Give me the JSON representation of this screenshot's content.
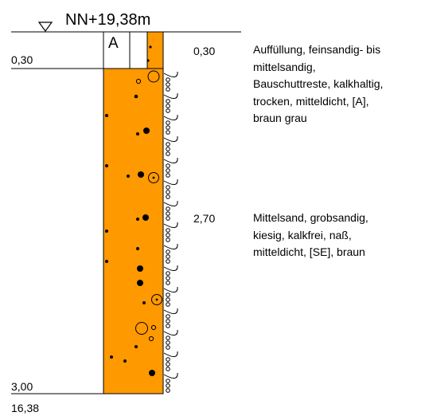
{
  "header": {
    "water_symbol": "▽",
    "elevation": "NN+19,38m"
  },
  "depths": {
    "top_left": "0,30",
    "top_right": "0,30",
    "middle_right": "2,70",
    "bottom_left": "3,00",
    "bottom_elevation": "16,38"
  },
  "layers": [
    {
      "code": "A",
      "color": "#ffffff",
      "description": "Auffüllung, feinsandig- bis\nmittelsandig,\nBauschuttreste, kalkhaltig,\ntrocken, mitteldicht, [A],\nbraun grau"
    },
    {
      "code": "SE",
      "color": "#ff9900",
      "description": "Mittelsand, grobsandig,\nkiesig, kalkfrei, naß,\nmitteldicht, [SE], braun"
    }
  ],
  "colors": {
    "soil_fill": "#ff9900",
    "line": "#000000"
  }
}
